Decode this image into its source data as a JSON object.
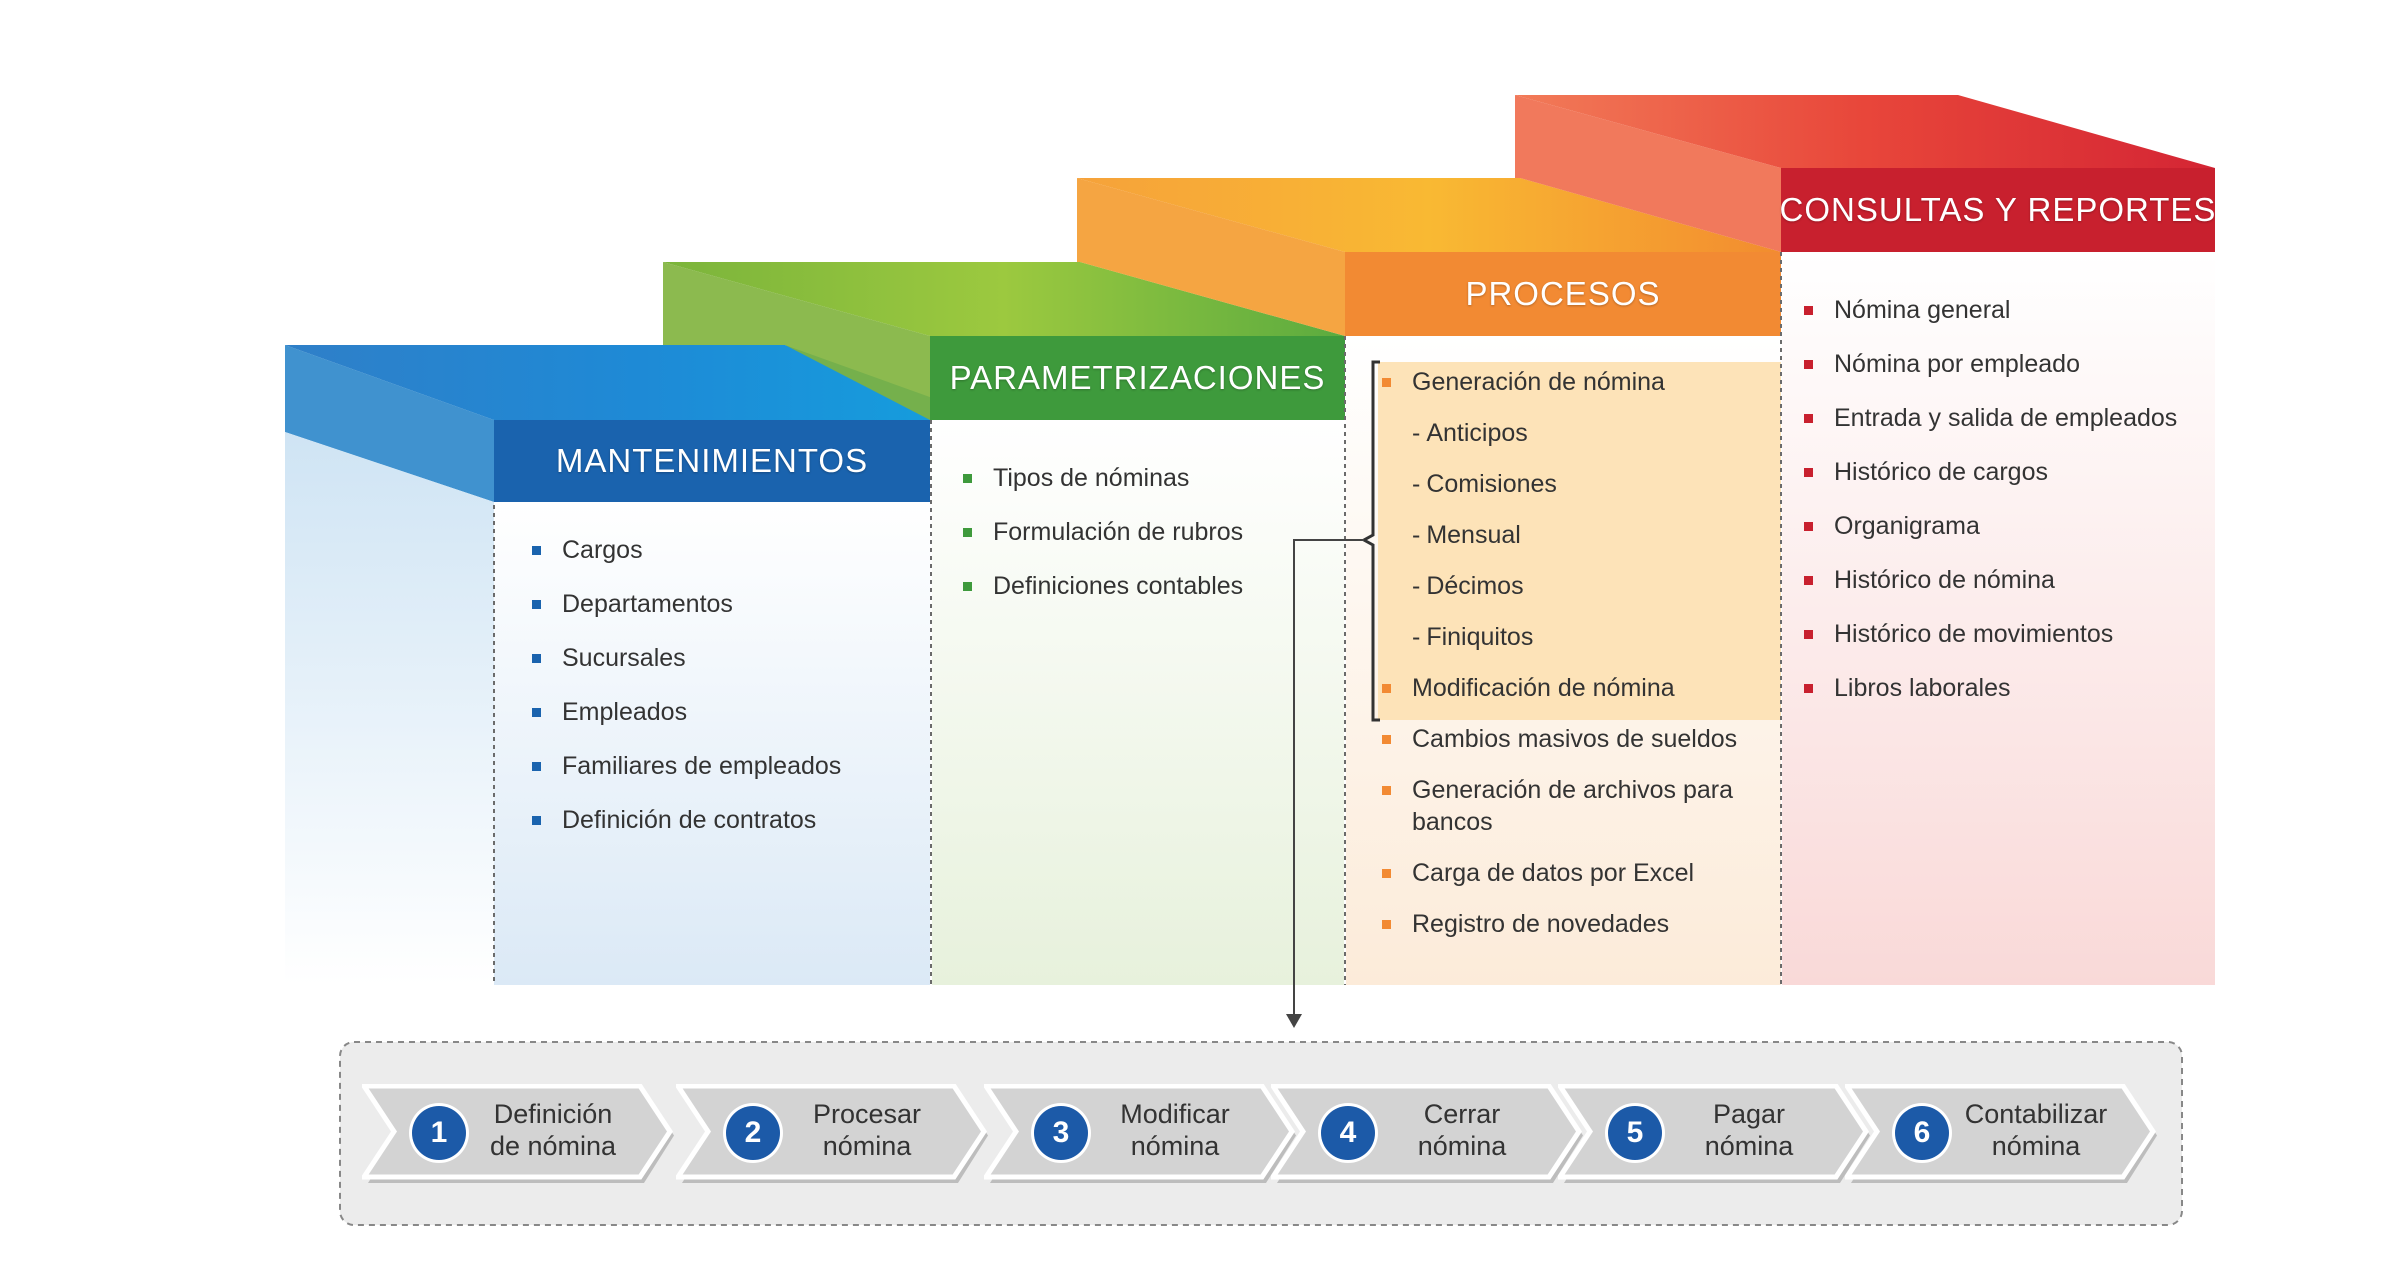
{
  "columns": [
    {
      "key": "mantenimientos",
      "title": "MANTENIMIENTOS",
      "accent": "#1a63ae",
      "items": [
        {
          "text": "Cargos",
          "sub": false
        },
        {
          "text": "Departamentos",
          "sub": false
        },
        {
          "text": "Sucursales",
          "sub": false
        },
        {
          "text": "Empleados",
          "sub": false
        },
        {
          "text": "Familiares de empleados",
          "sub": false
        },
        {
          "text": "Definición de contratos",
          "sub": false
        }
      ]
    },
    {
      "key": "parametrizaciones",
      "title": "PARAMETRIZACIONES",
      "accent": "#3e9a3c",
      "items": [
        {
          "text": "Tipos de nóminas",
          "sub": false
        },
        {
          "text": "Formulación de rubros",
          "sub": false
        },
        {
          "text": "Definiciones contables",
          "sub": false
        }
      ]
    },
    {
      "key": "procesos",
      "title": "PROCESOS",
      "accent": "#f28a33",
      "items": [
        {
          "text": "Generación de nómina",
          "sub": false
        },
        {
          "text": "Anticipos",
          "sub": true
        },
        {
          "text": "Comisiones",
          "sub": true
        },
        {
          "text": "Mensual",
          "sub": true
        },
        {
          "text": "Décimos",
          "sub": true
        },
        {
          "text": "Finiquitos",
          "sub": true
        },
        {
          "text": "Modificación de nómina",
          "sub": false
        },
        {
          "text": "Cambios masivos de sueldos",
          "sub": false
        },
        {
          "text": "Generación de archivos para bancos",
          "sub": false
        },
        {
          "text": "Carga de datos por Excel",
          "sub": false
        },
        {
          "text": "Registro de novedades",
          "sub": false
        }
      ]
    },
    {
      "key": "consultas",
      "title": "CONSULTAS Y REPORTES",
      "accent": "#c8202e",
      "items": [
        {
          "text": "Nómina general",
          "sub": false
        },
        {
          "text": "Nómina por empleado",
          "sub": false
        },
        {
          "text": "Entrada y salida de empleados",
          "sub": false
        },
        {
          "text": "Histórico de cargos",
          "sub": false
        },
        {
          "text": "Organigrama",
          "sub": false
        },
        {
          "text": "Histórico de nómina",
          "sub": false
        },
        {
          "text": "Histórico de movimientos",
          "sub": false
        },
        {
          "text": "Libros laborales",
          "sub": false
        }
      ]
    }
  ],
  "steps": [
    {
      "number": "1",
      "label_line1": "Definición",
      "label_line2": "de nómina"
    },
    {
      "number": "2",
      "label_line1": "Procesar",
      "label_line2": "nómina"
    },
    {
      "number": "3",
      "label_line1": "Modificar",
      "label_line2": "nómina"
    },
    {
      "number": "4",
      "label_line1": "Cerrar",
      "label_line2": "nómina"
    },
    {
      "number": "5",
      "label_line1": "Pagar",
      "label_line2": "nómina"
    },
    {
      "number": "6",
      "label_line1": "Contabilizar",
      "label_line2": "nómina"
    }
  ],
  "colors": {
    "step_circle": "#1c5aa8",
    "step_arrow": "#d3d3d3",
    "highlight": "#fde3b8"
  }
}
